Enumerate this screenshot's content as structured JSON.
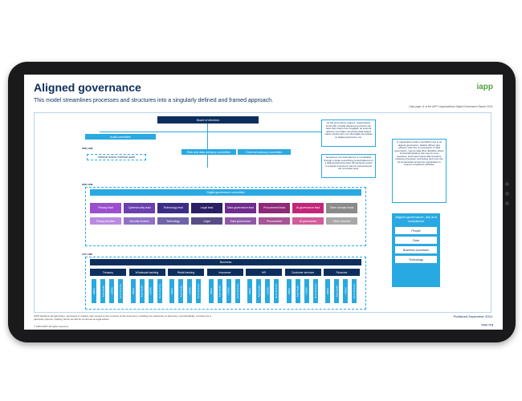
{
  "title": "Aligned governance",
  "subtitle": "This model streamlines processes and structures into a singularly defined and framed approach.",
  "logo": "iapp",
  "source": "Data page 11 of the IAPP Organizational Digital Governance Report 2024.",
  "top": {
    "board": "Board of directors",
    "audit_committee": "Audit committee",
    "audit_sub": "Internal and/or external audit",
    "risk": "Risk and data advisory committee",
    "external": "External advisory committee",
    "line3": "3RD LINE",
    "line2": "2ND LINE",
    "line1": "1ST LINE"
  },
  "notes": {
    "note1": "As the governance matures, organizations found with centrally aligned governance can have their board more engaged; an external advisory committee comprising data-subject matter experts who can interrogate and advise on digital governance, too.",
    "note2": "Sometimes one team/director is coordinated through a single overarching product/data but to a digital governance lead. All elements remain in a digital component may be represented at the committee level.",
    "note3": "In organizations with a centralized role in an aligned governance, data/AI officers play advisory roles but, an ecosystem of data governance, may be data drive discipline where structural/regulatory risk may be more seamless. Information about data functions, business processes, technology and more can be incorporated across the organization to improve compliance activities."
  },
  "committee": "Digital governance committee",
  "roles": [
    {
      "label": "Privacy lead",
      "color": "#9b4fcf"
    },
    {
      "label": "Cybersecurity lead",
      "color": "#6a3fb0"
    },
    {
      "label": "Technology lead",
      "color": "#3b2d86"
    },
    {
      "label": "Legal lead",
      "color": "#2b1e63"
    },
    {
      "label": "Data governance lead",
      "color": "#6f2c8f"
    },
    {
      "label": "Procurement lead",
      "color": "#8e2a78"
    },
    {
      "label": "AI governance lead",
      "color": "#c2267a"
    },
    {
      "label": "Other domain leads",
      "color": "#8a8a8a"
    }
  ],
  "functions": [
    {
      "label": "Privacy function",
      "color": "#b98ae0"
    },
    {
      "label": "Security function",
      "color": "#8f71c9"
    },
    {
      "label": "Technology",
      "color": "#6f63a8"
    },
    {
      "label": "Legal",
      "color": "#5a4d86"
    },
    {
      "label": "Data governance",
      "color": "#8e5aa8"
    },
    {
      "label": "Procurement",
      "color": "#a65596"
    },
    {
      "label": "AI governance",
      "color": "#d35a9b"
    },
    {
      "label": "Other domains",
      "color": "#a8a8a8"
    }
  ],
  "aligned": {
    "title": "Aligned governance, risk and compliance",
    "items": [
      "People",
      "Data",
      "Business processes",
      "Technology"
    ]
  },
  "business": {
    "label": "Business",
    "units": [
      "Treasury",
      "Wholesale banking",
      "Retail banking",
      "Insurance",
      "HR",
      "Customer services",
      "Finances"
    ],
    "regions": [
      "EMEA",
      "Asia-Pacific",
      "LATAM",
      "North America"
    ]
  },
  "footer": {
    "disclaimer": "IAPP disclaims all warranties, expressed or implied, with respect to the contents of this document, including any warranties of accuracy, merchantability, or fitness for a particular purpose. Nothing herein should be construed as legal advice.",
    "copyright": "© 2024 IAPP. All rights reserved.",
    "published": "Published September 2024.",
    "url": "iapp.org"
  },
  "colors": {
    "navy": "#0e2f5d",
    "cyan": "#29a9e1",
    "green": "#52a343"
  }
}
